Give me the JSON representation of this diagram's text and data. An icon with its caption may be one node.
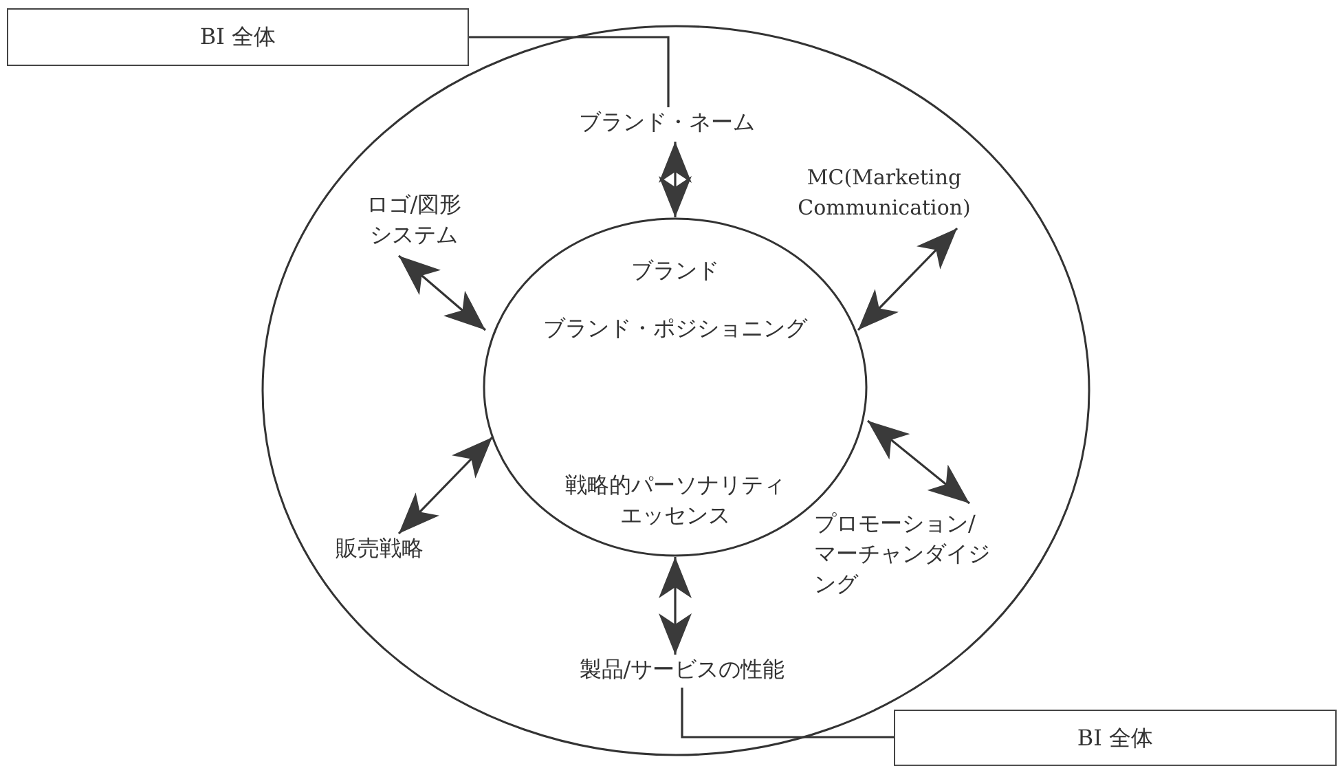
{
  "diagram": {
    "nodes": [
      {
        "text": [
          "BI 全体"
        ]
      },
      {
        "text": [],
        "shape": "circle"
      },
      {
        "text": [
          "ブランド・ネーム"
        ],
        "in": 1
      },
      {
        "text": [
          "ロゴ/図形システム"
        ],
        "in": 1
      },
      {
        "text": [
          "MC(Marketing Communication)"
        ],
        "in": 1
      },
      {
        "text": [
          "ブランド",
          "ブランド・ポジショニング",
          "戦略的パーソナリティエッセンス"
        ],
        "in": 1
      },
      {
        "text": [
          "販売戦略"
        ],
        "in": 1
      },
      {
        "text": [
          "プロモーション/マーチャンダイジング"
        ],
        "in": 1
      },
      {
        "text": [
          "製品/サービスの性能"
        ],
        "in": 1
      },
      {
        "text": [
          "BI 全体"
        ]
      }
    ],
    "edges": [
      {
        "from": 0,
        "to": 2,
        "arrow": "none"
      },
      {
        "from": 2,
        "to": 5,
        "arrow": "both"
      },
      {
        "from": 3,
        "to": 5,
        "arrow": "both"
      },
      {
        "from": 4,
        "to": 5,
        "arrow": "both"
      },
      {
        "from": 6,
        "to": 5,
        "arrow": "both"
      },
      {
        "from": 7,
        "to": 5,
        "arrow": "both"
      },
      {
        "from": 8,
        "to": 5,
        "arrow": "both"
      },
      {
        "from": 8,
        "to": 9,
        "arrow": "none"
      }
    ]
  }
}
